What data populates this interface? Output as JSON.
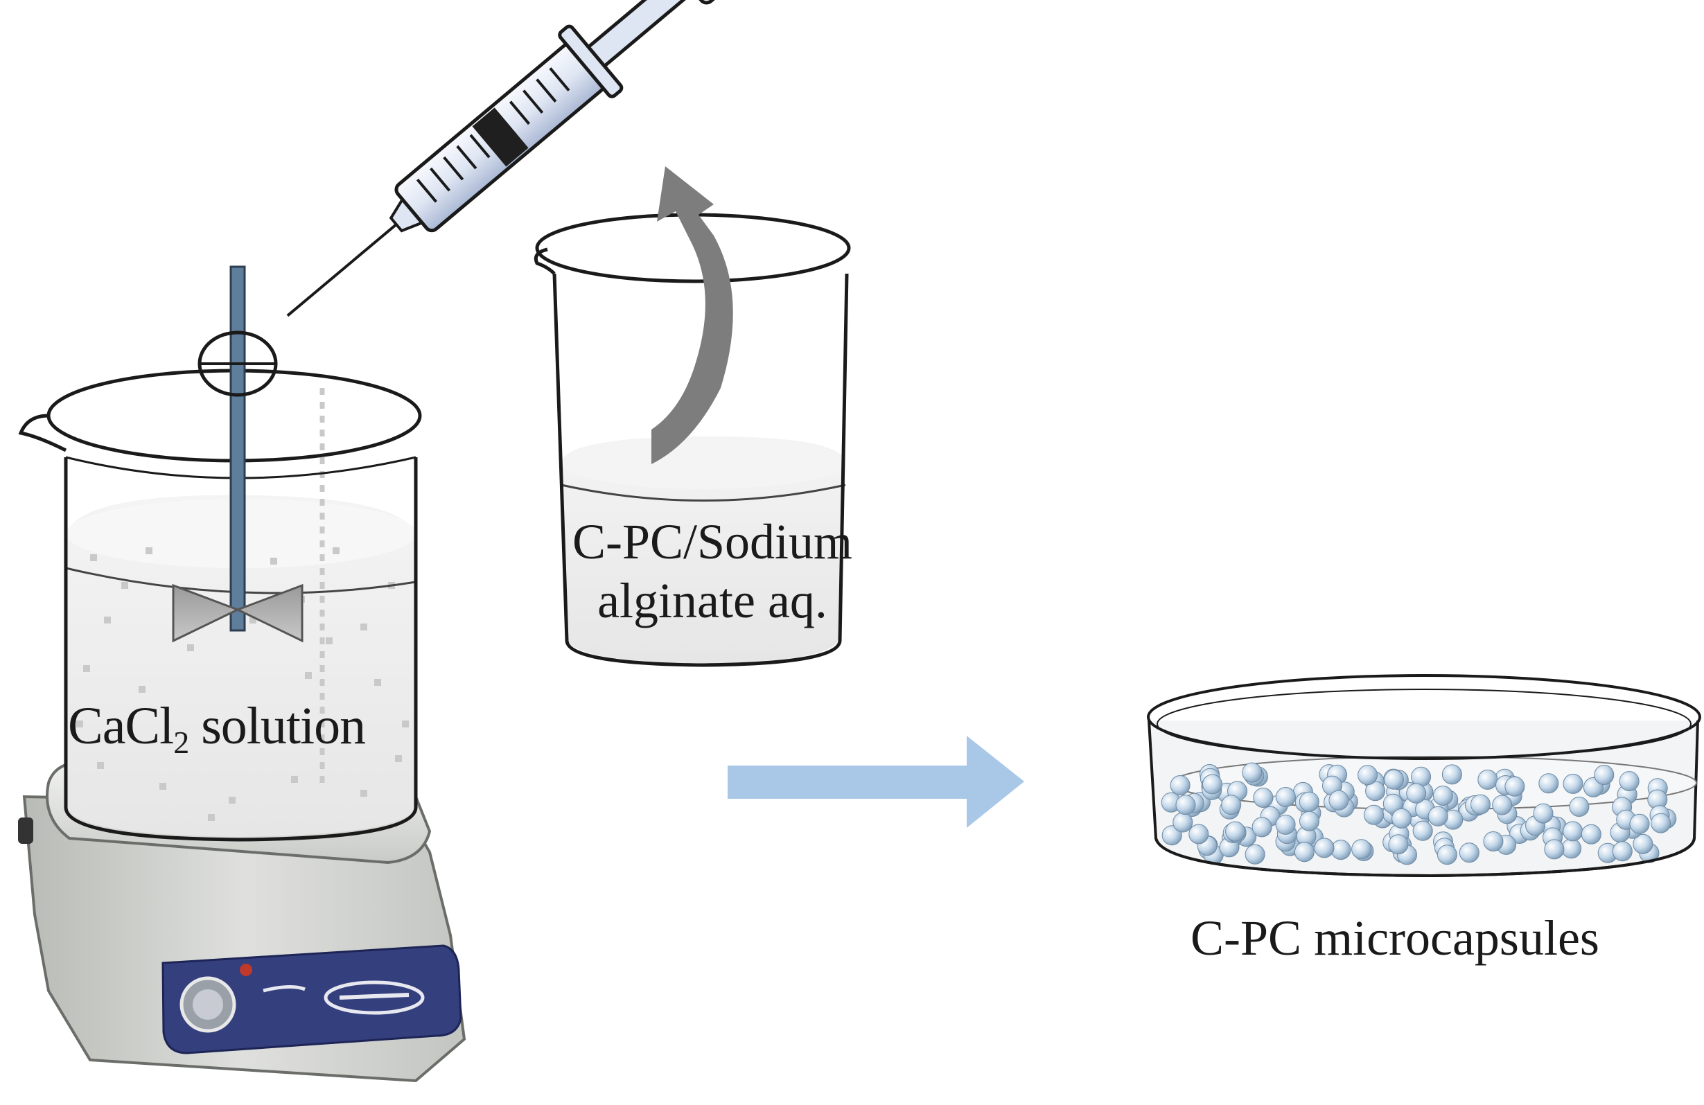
{
  "labels": {
    "cacl2_main": "CaCl",
    "cacl2_subscript": "2",
    "cacl2_rest": " solution",
    "alginate_line1": "C-PC/Sodium",
    "alginate_line2": "alginate aq.",
    "microcapsules": "C-PC microcapsules"
  },
  "colors": {
    "arrow_fill": "#a9c8e8",
    "stir_rod": "#5f7e9c",
    "curved_arrow": "#7d7d7d",
    "hotplate_panel": "#343f7e",
    "hotplate_body": "#cfd1cd",
    "sphere": "#bcd3e6",
    "outline": "#1a1a1a"
  },
  "icons": {
    "syringe": "syringe-icon",
    "stirrer": "magnetic-stirrer-hotplate-icon",
    "beaker_large": "beaker-icon",
    "beaker_small": "beaker-icon",
    "petri_dish": "petri-dish-icon",
    "process_arrow": "right-arrow-icon",
    "pour_arrow": "curved-arrow-icon"
  }
}
